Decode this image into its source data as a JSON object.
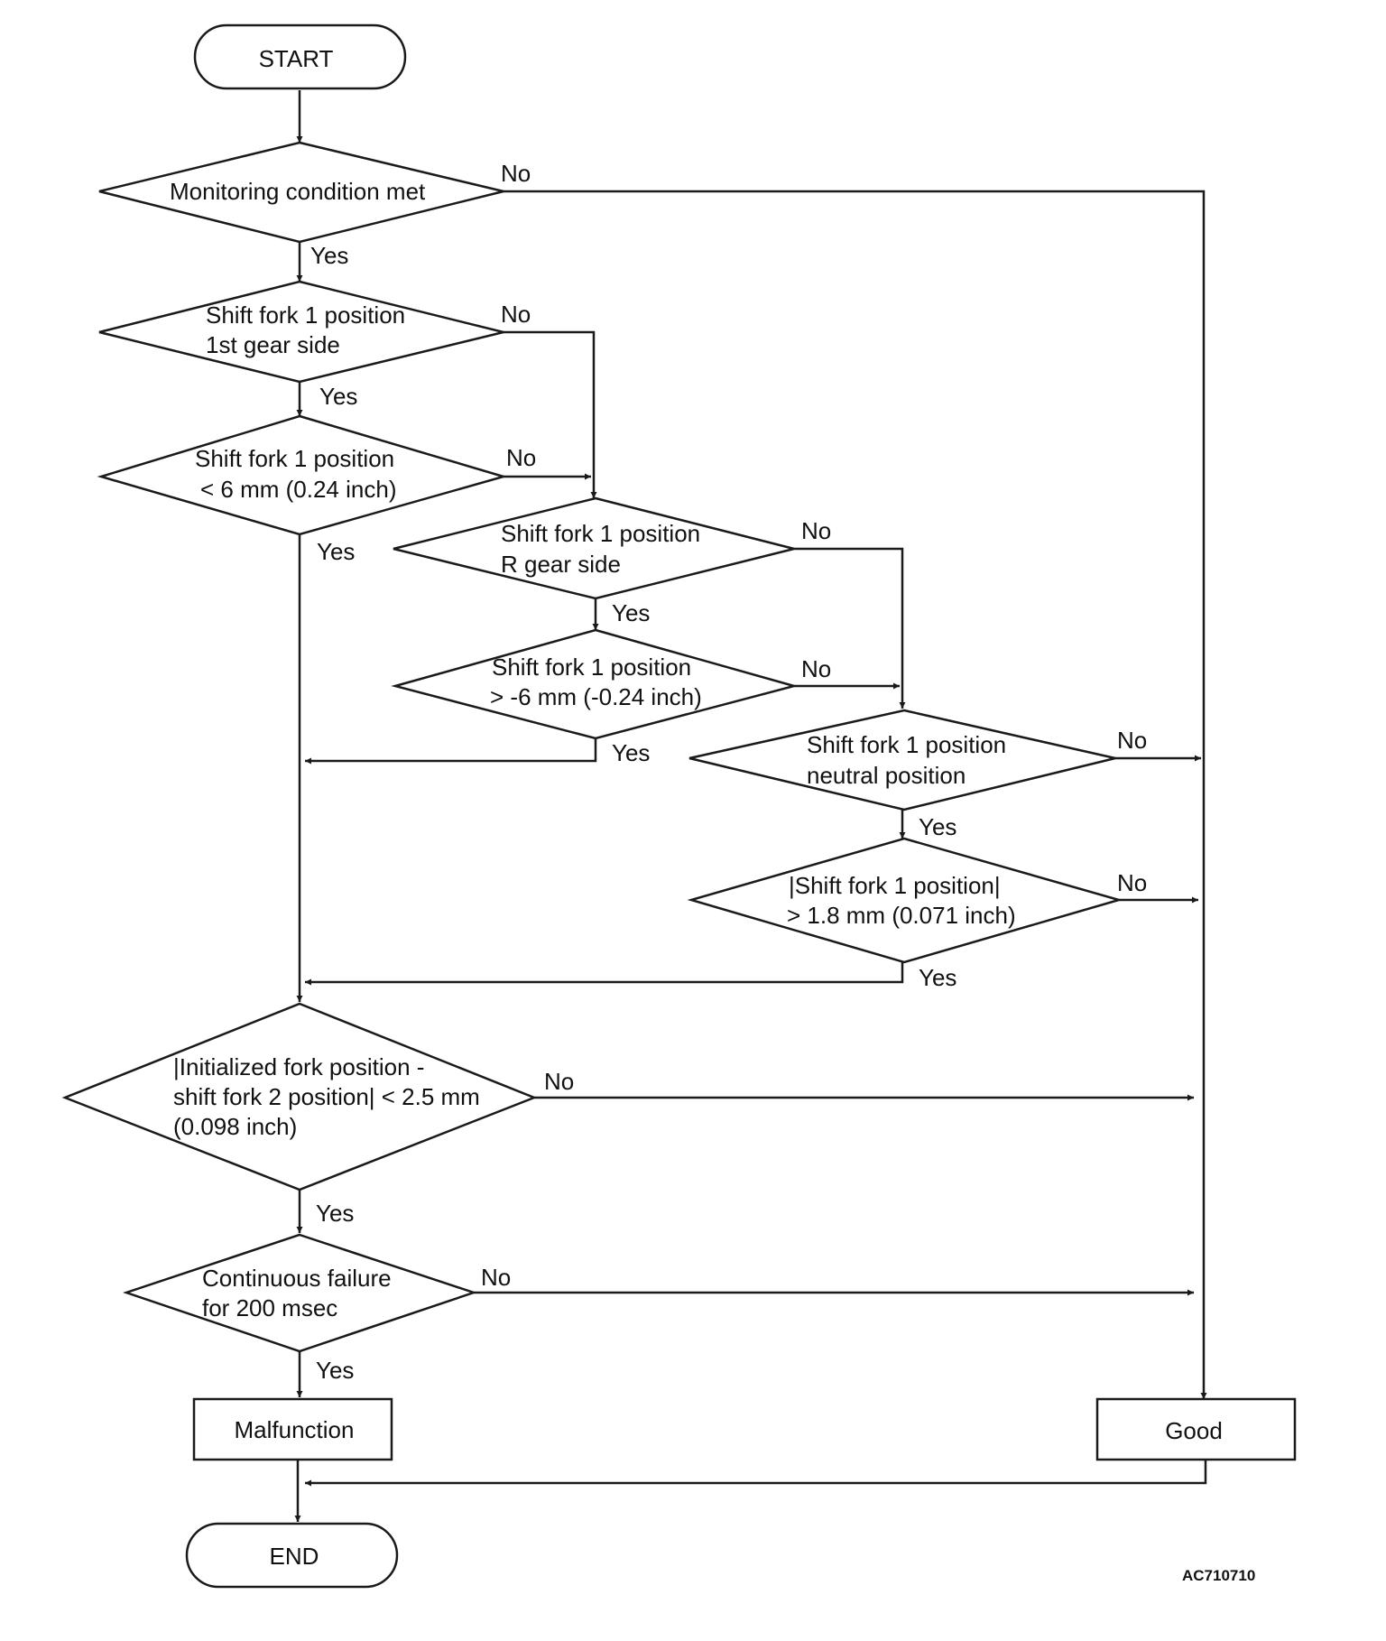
{
  "terminals": {
    "start": "START",
    "end": "END"
  },
  "decisions": {
    "monitoring": [
      "Monitoring condition met"
    ],
    "fork1_1st_side": [
      "Shift fork 1 position",
      "1st gear side"
    ],
    "fork1_lt_6": [
      "Shift fork 1 position",
      "< 6 mm (0.24 inch)"
    ],
    "fork1_r_side": [
      "Shift fork 1 position",
      "R gear side"
    ],
    "fork1_gt_neg6": [
      "Shift fork 1 position",
      "> -6 mm (-0.24 inch)"
    ],
    "fork1_neutral": [
      "Shift fork 1 position",
      "neutral position"
    ],
    "fork1_abs": [
      "|Shift fork 1 position|",
      "> 1.8 mm (0.071 inch)"
    ],
    "init_fork2": [
      "|Initialized fork position -",
      "shift fork 2 position| < 2.5 mm",
      "(0.098 inch)"
    ],
    "continuous": [
      "Continuous failure",
      "for 200 msec"
    ]
  },
  "results": {
    "malfunction": "Malfunction",
    "good": "Good"
  },
  "branch_labels": {
    "yes": "Yes",
    "no": "No"
  },
  "figure_code": "AC710710"
}
